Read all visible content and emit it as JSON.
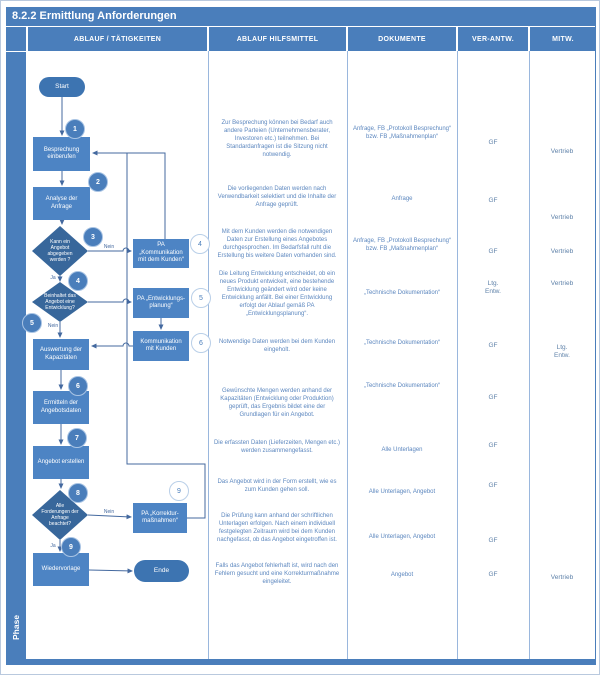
{
  "title": "8.2.2 Ermittlung Anforderungen",
  "phase_label": "Phase",
  "headers": {
    "col1": "ABLAUF / TÄTIGKEITEN",
    "col2": "ABLAUF HILFSMITTEL",
    "col3": "DOKUMENTE",
    "col4": "VER-ANTW.",
    "col5": "MITW."
  },
  "colors": {
    "bar_blue": "#4a7ebb",
    "box_blue": "#4d84c4",
    "diamond_blue": "#38679b",
    "connector_blue": "#44699f",
    "text_blue": "#5c87bf"
  },
  "flow": {
    "start": "Start",
    "ende": "Ende",
    "ja": "Ja",
    "nein": "Nein",
    "steps": {
      "besprechung": "Besprechung einberufen",
      "analyse": "Analyse der Anfrage",
      "kann_angebot": "Kann ein Angebot abgegeben werden ?",
      "beinhaltet": "Beinhaltet das Angebot eine Entwicklung?",
      "auswertung": "Auswertung der Kapazitäten",
      "ermitteln": "Ermitteln der Angebotsdaten",
      "angebot": "Angebot erstellen",
      "forderungen": "Alle Forderungen der Anfrage beachtet?",
      "wiedervorlage": "Wiedervorlage",
      "pa_komm": "PA „Kommunikation mit dem Kunden“",
      "pa_entw": "PA „Entwicklungs-planung“",
      "komm_kunden": "Kommunikation mit Kunden",
      "pa_korrektur": "PA „Korrektur-maßnahmen“"
    },
    "numbers": {
      "s1": "1",
      "s2": "2",
      "s3": "3",
      "s4": "4",
      "s5": "5",
      "s6": "6",
      "s7": "7",
      "s8": "8",
      "s9": "9",
      "r4": "4",
      "r5": "5",
      "r6": "6",
      "r9": "9"
    }
  },
  "hilfsmittel": [
    "Zur Besprechung können bei Bedarf auch andere Parteien (Unternehmensberater, Investoren etc.) teilnehmen. Bei Standardanfragen ist die Sitzung nicht notwendig.",
    "Die vorliegenden Daten werden nach Verwendbarkeit selektiert und die Inhalte der Anfrage geprüft.",
    "Mit dem Kunden werden die notwendigen Daten zur Erstellung eines Angebotes durchgesprochen. Im Bedarfsfall ruht die Erstellung bis weitere Daten vorhanden sind.",
    "Die Leitung Entwicklung entscheidet, ob ein neues Produkt entwickelt, eine bestehende Entwicklung geändert wird oder keine Entwicklung anfällt. Bei einer Entwicklung erfolgt der Ablauf gemäß PA „Entwicklungsplanung“.",
    "Notwendige Daten werden bei dem Kunden eingeholt.",
    "Gewünschte Mengen werden anhand der Kapazitäten (Entwicklung oder Produktion) geprüft, das Ergebnis bildet eine der Grundlagen für ein Angebot.",
    "Die erfassten Daten (Lieferzeiten, Mengen etc.) werden zusammengefasst.",
    "Das Angebot wird in der Form erstellt, wie es zum Kunden gehen soll.",
    "Die Prüfung kann anhand der schriftlichen Unterlagen erfolgen. Nach einem individuell festgelegten Zeitraum wird bei dem Kunden nachgefasst, ob das Angebot eingetroffen ist.",
    "Falls das Angebot fehlerhaft ist, wird nach den Fehlern gesucht und eine Korrekturmaßnahme eingeleitet."
  ],
  "dokumente": [
    "Anfrage, FB „Protokoll Besprechung“ bzw. FB „Maßnahmenplan“",
    "Anfrage",
    "Anfrage, FB „Protokoll Besprechung“ bzw. FB „Maßnahmenplan“",
    "„Technische Dokumentation“",
    "„Technische Dokumentation“",
    "„Technische Dokumentation“",
    "Alle Unterlagen",
    "Alle Unterlagen, Angebot",
    "Alle Unterlagen, Angebot",
    "Angebot"
  ],
  "verantwortlich": [
    "GF",
    "GF",
    "GF",
    "Ltg. Entw.",
    "GF",
    "GF",
    "GF",
    "GF",
    "GF",
    "GF"
  ],
  "mitwirkung": [
    "Vertrieb",
    "Vertrieb",
    "Vertrieb",
    "Vertrieb",
    "Ltg. Entw.",
    "Vertrieb"
  ]
}
